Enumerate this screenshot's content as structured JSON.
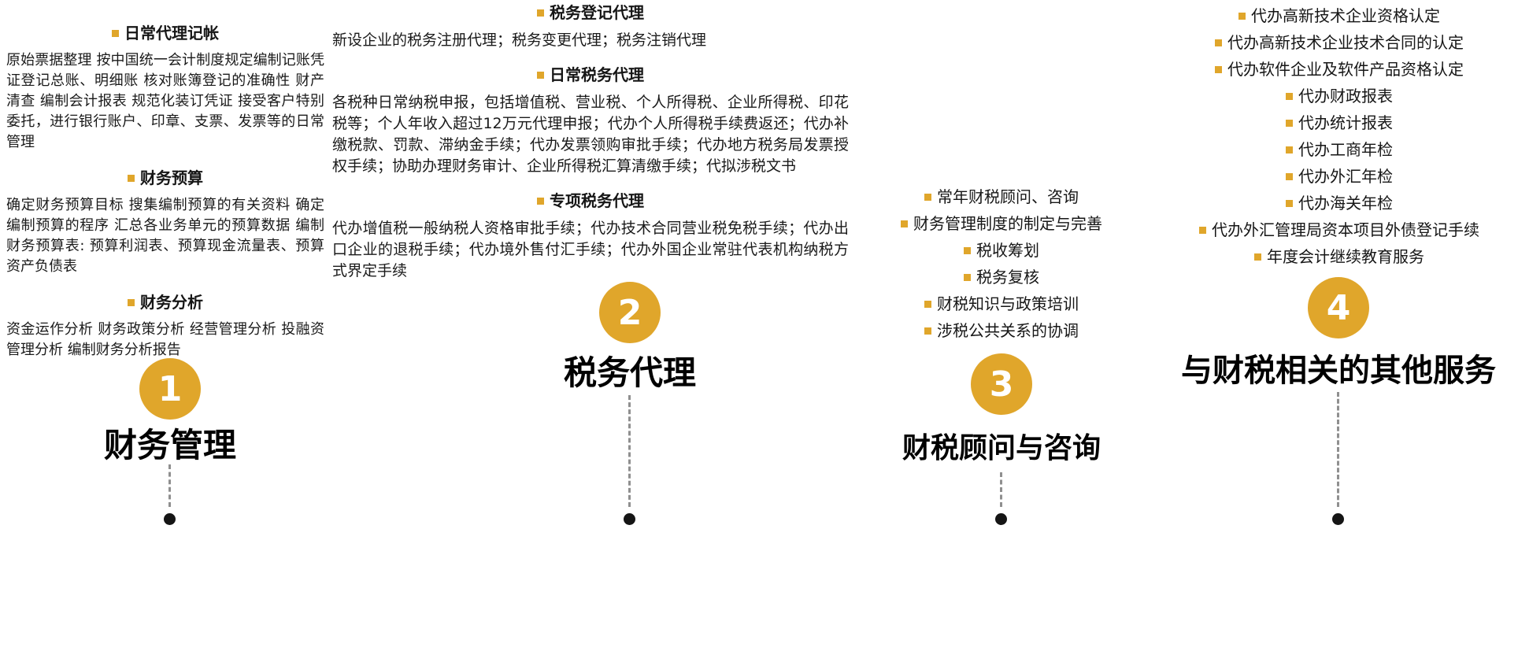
{
  "colors": {
    "accent": "#E0A62B",
    "dash": "#8f8f8f",
    "dot": "#151515",
    "text": "#161616"
  },
  "columns": [
    {
      "number": "1",
      "title": "财务管理",
      "sections": [
        {
          "heading": "日常代理记帐",
          "body": "原始票据整理 按中国统一会计制度规定编制记账凭证登记总账、明细账 核对账簿登记的准确性 财产清查 编制会计报表 规范化装订凭证 接受客户特别委托，进行银行账户、印章、支票、发票等的日常管理"
        },
        {
          "heading": "财务预算",
          "body": "确定财务预算目标 搜集编制预算的有关资料 确定编制预算的程序 汇总各业务单元的预算数据 编制财务预算表: 预算利润表、预算现金流量表、预算资产负债表"
        },
        {
          "heading": "财务分析",
          "body": "资金运作分析 财务政策分析 经营管理分析 投融资管理分析 编制财务分析报告"
        }
      ],
      "items": []
    },
    {
      "number": "2",
      "title": "税务代理",
      "sections": [
        {
          "heading": "税务登记代理",
          "body": "新设企业的税务注册代理；税务变更代理；税务注销代理"
        },
        {
          "heading": "日常税务代理",
          "body": "各税种日常纳税申报，包括增值税、营业税、个人所得税、企业所得税、印花税等；个人年收入超过12万元代理申报；代办个人所得税手续费返还；代办补缴税款、罚款、滞纳金手续；代办发票领购审批手续；代办地方税务局发票授权手续；协助办理财务审计、企业所得税汇算清缴手续；代拟涉税文书"
        },
        {
          "heading": "专项税务代理",
          "body": "代办增值税一般纳税人资格审批手续；代办技术合同营业税免税手续；代办出口企业的退税手续；代办境外售付汇手续；代办外国企业常驻代表机构纳税方式界定手续"
        }
      ],
      "items": []
    },
    {
      "number": "3",
      "title": "财税顾问与咨询",
      "sections": [],
      "items": [
        "常年财税顾问、咨询",
        "财务管理制度的制定与完善",
        "税收筹划",
        "税务复核",
        "财税知识与政策培训",
        "涉税公共关系的协调"
      ]
    },
    {
      "number": "4",
      "title": "与财税相关的其他服务",
      "sections": [],
      "items": [
        "代办高新技术企业资格认定",
        "代办高新技术企业技术合同的认定",
        "代办软件企业及软件产品资格认定",
        "代办财政报表",
        "代办统计报表",
        "代办工商年检",
        "代办外汇年检",
        "代办海关年检",
        "代办外汇管理局资本项目外债登记手续",
        "年度会计继续教育服务"
      ]
    }
  ]
}
